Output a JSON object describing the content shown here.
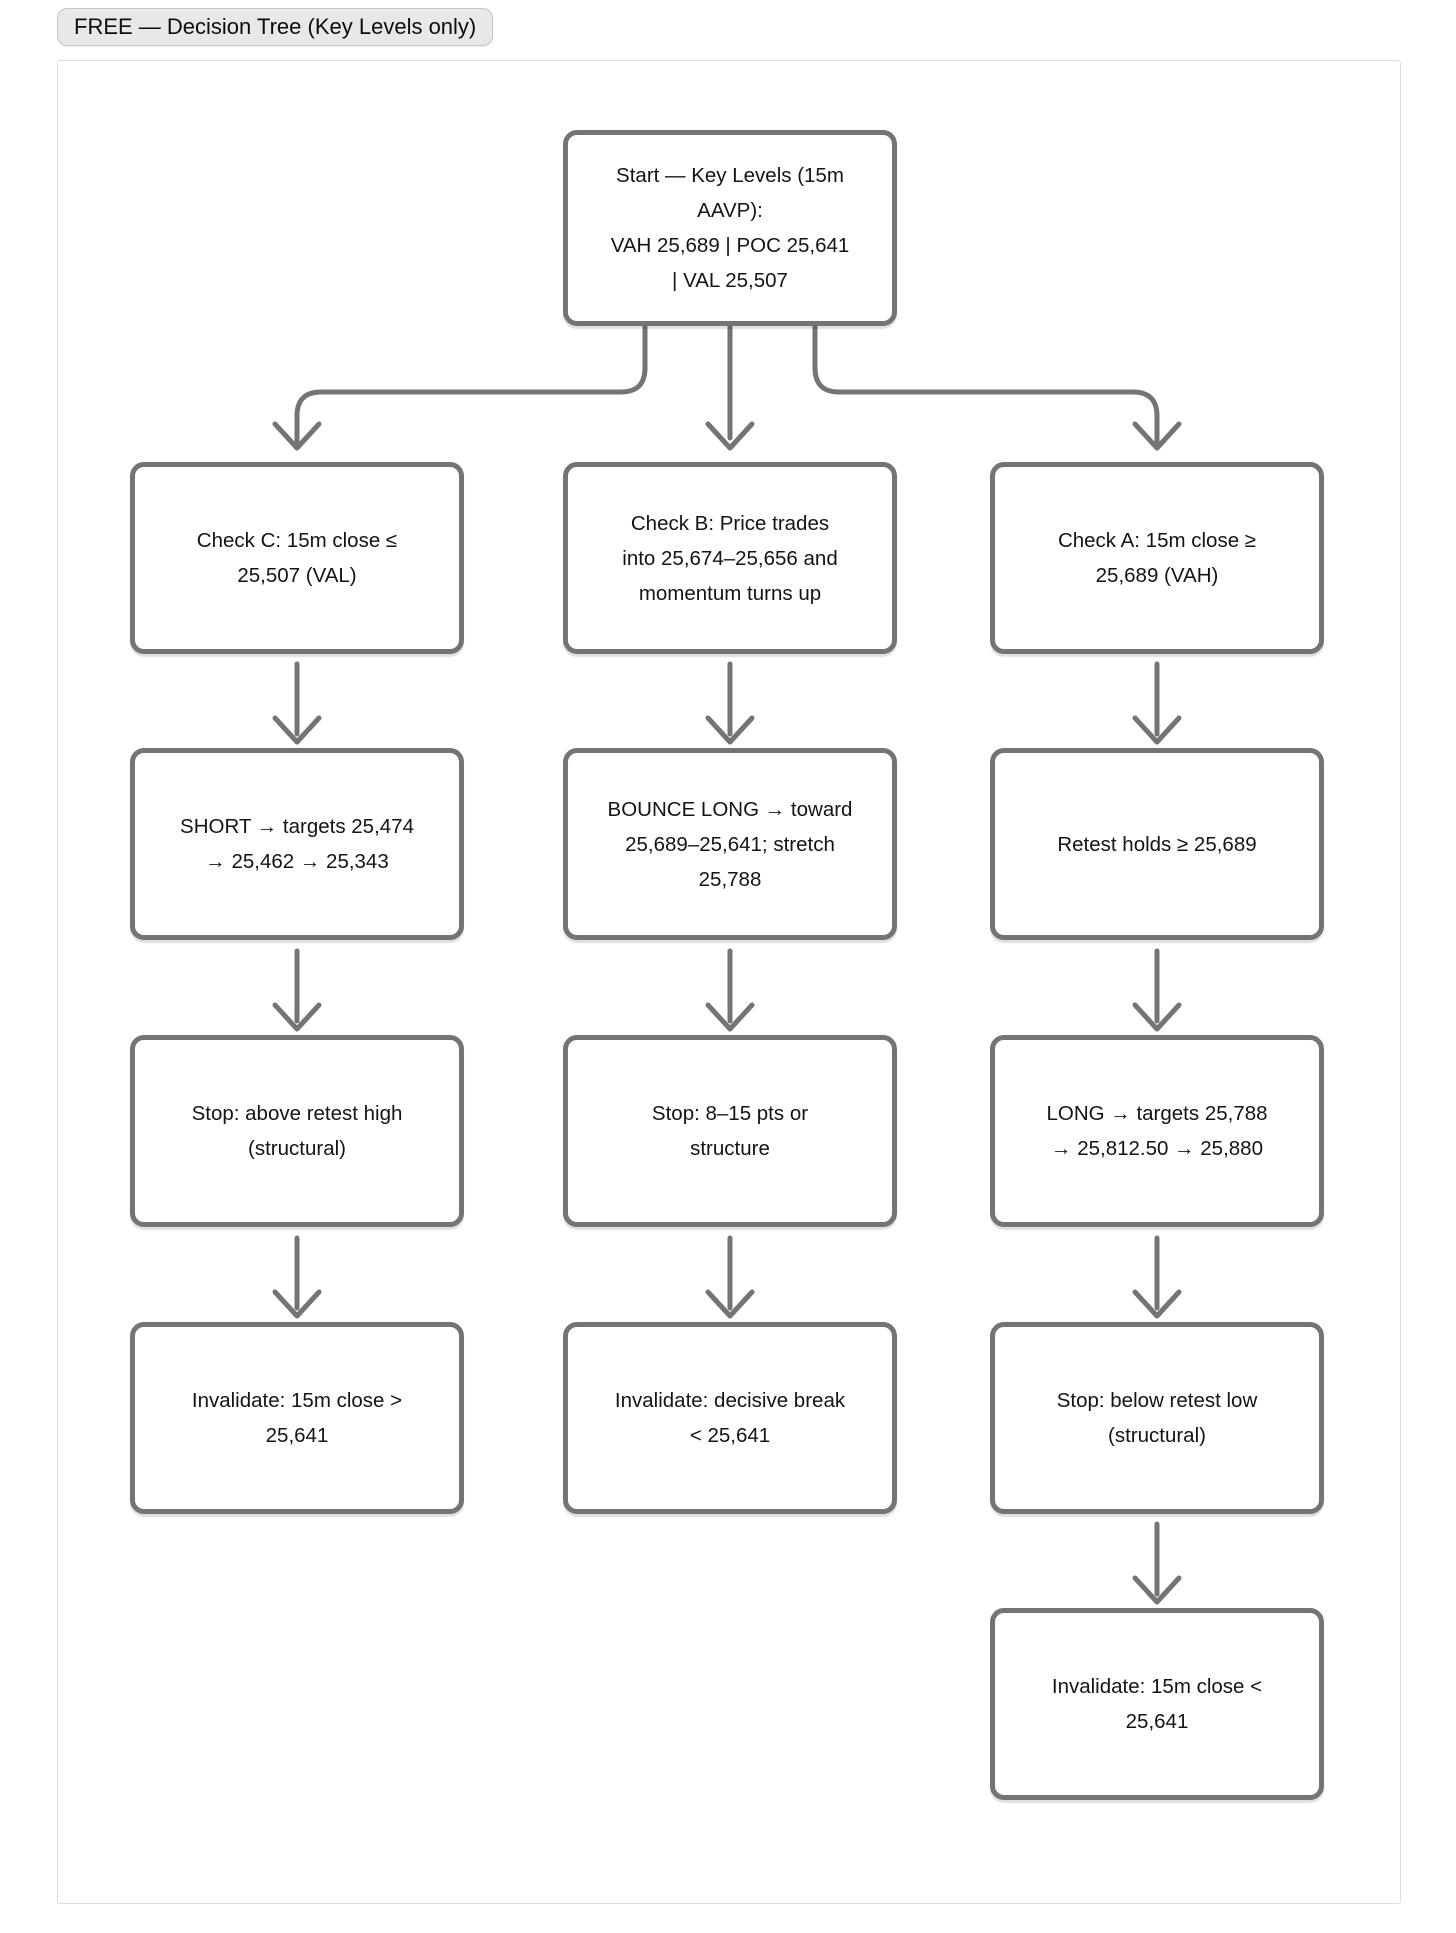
{
  "badge": {
    "label": "FREE — Decision Tree (Key Levels only)"
  },
  "nodes": {
    "start": "Start — Key Levels (15m\nAAVP):\nVAH 25,689 | POC 25,641\n| VAL 25,507",
    "check_c": "Check C: 15m close ≤\n25,507 (VAL)",
    "check_b": "Check B: Price trades\ninto 25,674–25,656 and\nmomentum turns up",
    "check_a": "Check A: 15m close ≥\n25,689 (VAH)",
    "short_entry": "SHORT → targets 25,474\n→ 25,462 → 25,343",
    "bounce_long": "BOUNCE LONG → toward\n25,689–25,641; stretch\n25,788",
    "retest_holds": "Retest holds ≥ 25,689",
    "stop_short": "Stop: above retest high\n(structural)",
    "stop_bounce": "Stop: 8–15 pts or\nstructure",
    "long_entry": "LONG → targets 25,788\n→ 25,812.50 → 25,880",
    "invalidate_short": "Invalidate: 15m close >\n25,641",
    "invalidate_bounce": "Invalidate: decisive break\n< 25,641",
    "stop_long": "Stop: below retest low\n(structural)",
    "invalidate_long": "Invalidate: 15m close <\n25,641"
  },
  "colors": {
    "line": "#747474",
    "box_border": "#747474",
    "badge_bg": "#e8e8e8",
    "text": "#141414"
  }
}
